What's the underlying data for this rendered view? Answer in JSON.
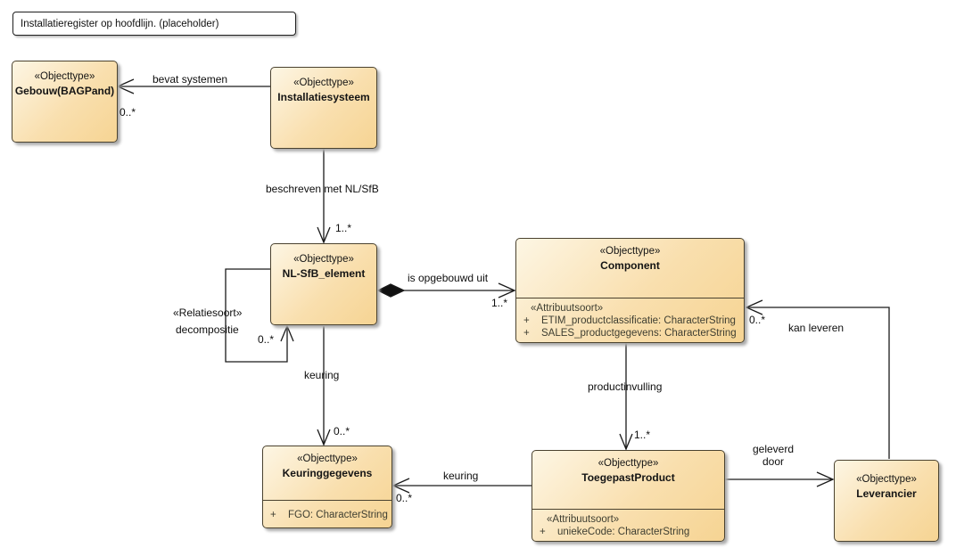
{
  "diagram": {
    "title": "Installatieregister op hoofdlijn. (placeholder)"
  },
  "colors": {
    "box_fill_light": "#fdf6e4",
    "box_fill_dark": "#f6d493",
    "box_border": "#4a422f",
    "line": "#1a1a1a",
    "background": "#ffffff"
  },
  "boxes": {
    "gebouw": {
      "stereotype": "«Objecttype»",
      "name": "Gebouw(BAGPand)"
    },
    "installatiesysteem": {
      "stereotype": "«Objecttype»",
      "name": "Installatiesysteem"
    },
    "nlsfb": {
      "stereotype": "«Objecttype»",
      "name": "NL-SfB_element"
    },
    "component": {
      "stereotype": "«Objecttype»",
      "name": "Component",
      "attr_header": "«Attribuutsoort»",
      "attributes": [
        {
          "vis": "+",
          "text": "ETIM_productclassificatie: CharacterString"
        },
        {
          "vis": "+",
          "text": "SALES_productgegevens: CharacterString"
        }
      ]
    },
    "keuringgegevens": {
      "stereotype": "«Objecttype»",
      "name": "Keuringgegevens",
      "attributes": [
        {
          "vis": "+",
          "text": "FGO: CharacterString"
        }
      ]
    },
    "toegepastproduct": {
      "stereotype": "«Objecttype»",
      "name": "ToegepastProduct",
      "attr_header": "«Attribuutsoort»",
      "attributes": [
        {
          "vis": "+",
          "text": "uniekeCode: CharacterString"
        }
      ]
    },
    "leverancier": {
      "stereotype": "«Objecttype»",
      "name": "Leverancier"
    }
  },
  "edges": {
    "bevat_systemen": {
      "label": "bevat systemen",
      "mult": "0..*"
    },
    "beschreven_met": {
      "label": "beschreven met NL/SfB",
      "mult": "1..*"
    },
    "decompositie": {
      "stereotype": "«Relatiesoort»",
      "label": "decompositie",
      "mult": "0..*"
    },
    "is_opgebouwd_uit": {
      "label": "is opgebouwd uit",
      "mult": "1..*"
    },
    "kan_leveren": {
      "label": "kan leveren",
      "mult": "0..*"
    },
    "keuring_nlsfb": {
      "label": "keuring",
      "mult": "0..*"
    },
    "productinvulling": {
      "label": "productinvulling",
      "mult": "1..*"
    },
    "keuring_product": {
      "label": "keuring",
      "mult": "0..*"
    },
    "geleverd_door": {
      "label": "geleverd\ndoor"
    }
  }
}
